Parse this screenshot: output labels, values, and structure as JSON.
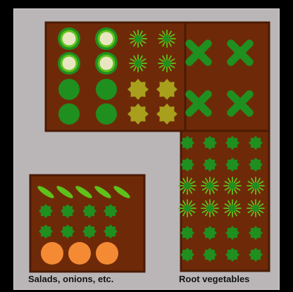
{
  "captions": {
    "salads": "Salads, onions, etc.",
    "root": "Root vegetables"
  },
  "edge_glyph": "3",
  "colors": {
    "background": "#bab6b8",
    "bed_fill": "#6e2a08",
    "bed_border": "#4a1a04",
    "dark_green": "#1f8f1f",
    "light_green": "#5ec21a",
    "cream": "#e8e6c0",
    "olive": "#a8a01c",
    "orange": "#f48b34"
  },
  "beds": [
    {
      "id": "top-left",
      "plants": [
        {
          "kind": "cabbage",
          "rows": 2,
          "cols": 2
        },
        {
          "kind": "sprout",
          "rows": 2,
          "cols": 2
        },
        {
          "kind": "round",
          "rows": 2,
          "cols": 2
        },
        {
          "kind": "flower",
          "rows": 2,
          "cols": 2
        }
      ]
    },
    {
      "id": "top-right",
      "plants": [
        {
          "kind": "cross",
          "rows": 2,
          "cols": 2
        }
      ]
    },
    {
      "id": "root",
      "plants": [
        {
          "kind": "small-round",
          "rows": 2,
          "cols": 4
        },
        {
          "kind": "spiky",
          "rows": 2,
          "cols": 4
        },
        {
          "kind": "small-round",
          "rows": 2,
          "cols": 4
        }
      ]
    },
    {
      "id": "salads",
      "plants": [
        {
          "kind": "leaf",
          "rows": 1,
          "cols": 5
        },
        {
          "kind": "small-round",
          "rows": 2,
          "cols": 4
        },
        {
          "kind": "orange",
          "rows": 1,
          "cols": 3
        }
      ]
    }
  ]
}
